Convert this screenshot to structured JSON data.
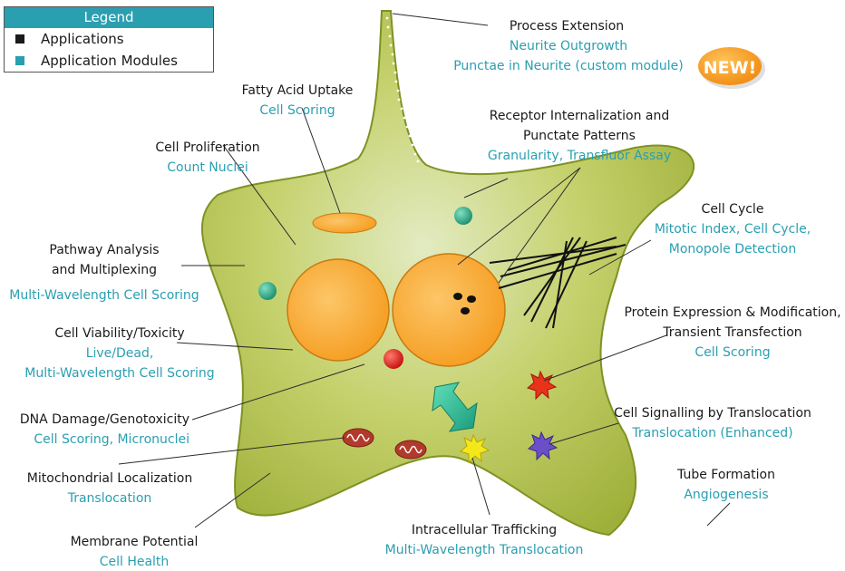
{
  "legend": {
    "title": "Legend",
    "items": [
      {
        "label": "Applications",
        "color": "#1a1a1a"
      },
      {
        "label": "Application Modules",
        "color": "#2a9fb0"
      }
    ]
  },
  "badge": {
    "text": "NEW!",
    "color": "#f39a1e"
  },
  "colors": {
    "application": "#1a1a1a",
    "module": "#2a9fb0",
    "cell": "#b3c44a",
    "nucleus": "#f8a830"
  },
  "callouts": [
    {
      "app": [
        "Process Extension"
      ],
      "module": [
        "Neurite Outgrowth",
        "Punctae in Neurite (custom module)"
      ]
    },
    {
      "app": [
        "Fatty Acid Uptake"
      ],
      "module": [
        "Cell Scoring"
      ]
    },
    {
      "app": [
        "Receptor Internalization and",
        "Punctate Patterns"
      ],
      "module": [
        "Granularity, Transfluor Assay"
      ]
    },
    {
      "app": [
        "Cell Proliferation"
      ],
      "module": [
        "Count Nuclei"
      ]
    },
    {
      "app": [
        "Cell Cycle"
      ],
      "module": [
        "Mitotic Index, Cell Cycle,",
        "Monopole Detection"
      ]
    },
    {
      "app": [
        "Pathway Analysis",
        "and Multiplexing"
      ],
      "module": [
        "Multi-Wavelength Cell Scoring"
      ]
    },
    {
      "app": [
        "Protein Expression & Modification,",
        "Transient Transfection"
      ],
      "module": [
        "Cell Scoring"
      ]
    },
    {
      "app": [
        "Cell Viability/Toxicity"
      ],
      "module": [
        "Live/Dead,",
        "Multi-Wavelength Cell Scoring"
      ]
    },
    {
      "app": [
        "DNA Damage/Genotoxicity"
      ],
      "module": [
        "Cell Scoring, Micronuclei"
      ]
    },
    {
      "app": [
        "Cell Signalling by Translocation"
      ],
      "module": [
        "Translocation (Enhanced)"
      ]
    },
    {
      "app": [
        "Mitochondrial Localization"
      ],
      "module": [
        "Translocation"
      ]
    },
    {
      "app": [
        "Tube Formation"
      ],
      "module": [
        "Angiogenesis"
      ]
    },
    {
      "app": [
        "Intracellular Trafficking"
      ],
      "module": [
        "Multi-Wavelength Translocation"
      ]
    },
    {
      "app": [
        "Membrane Potential"
      ],
      "module": [
        "Cell Health"
      ]
    }
  ]
}
